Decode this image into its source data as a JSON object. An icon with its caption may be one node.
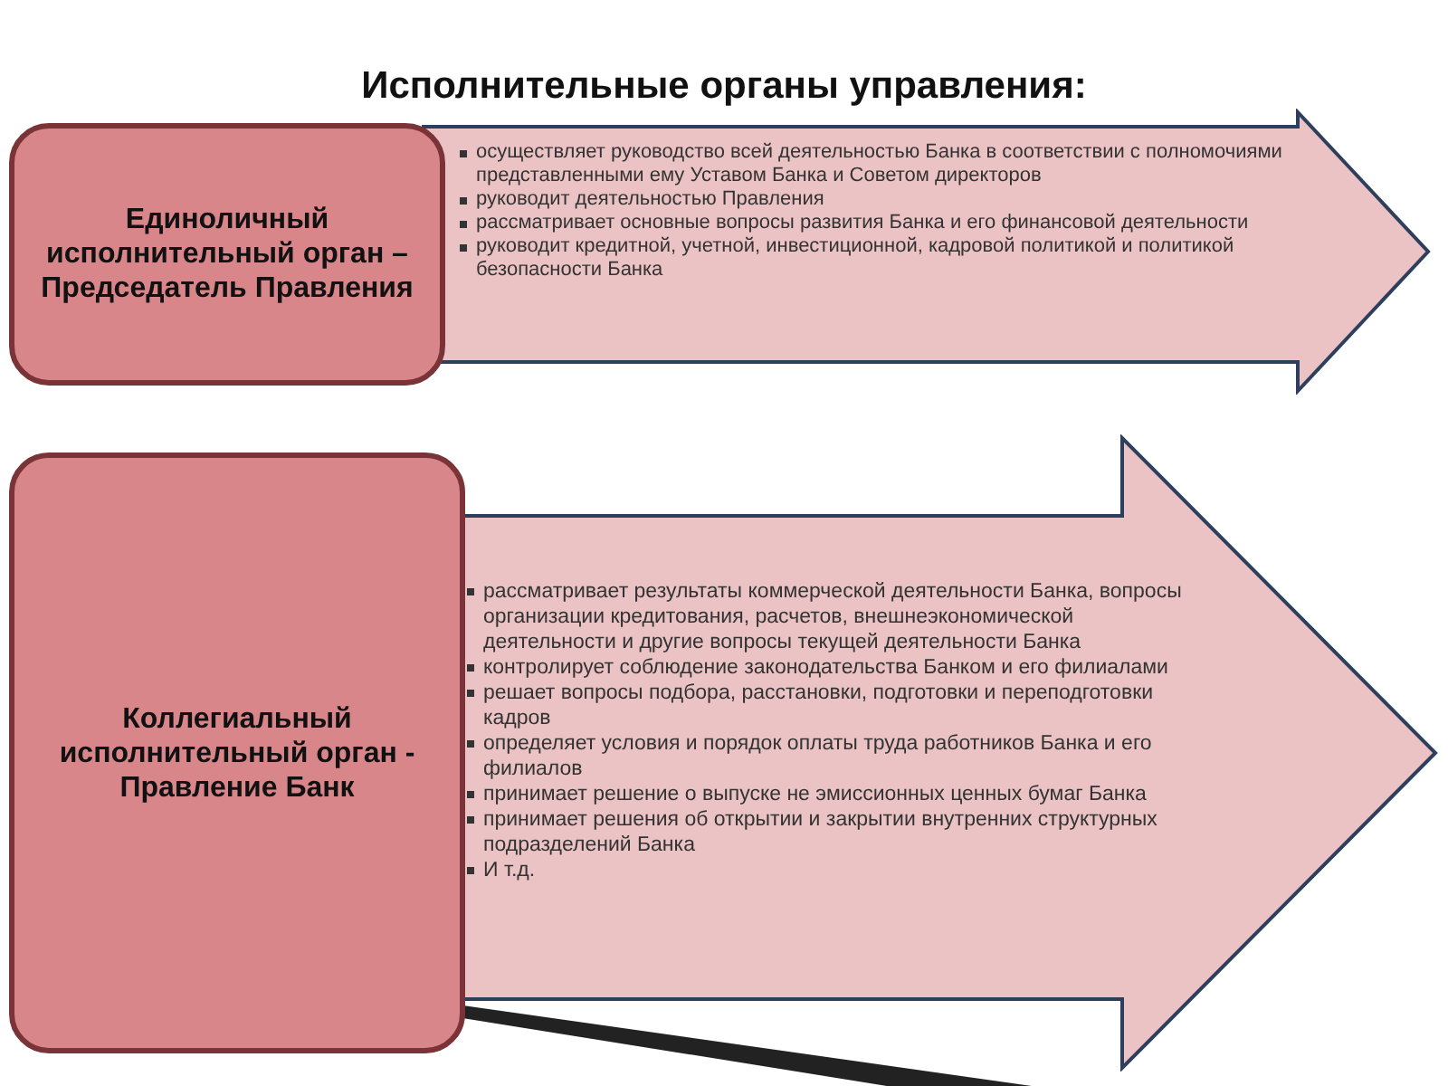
{
  "diagram": {
    "title": "Исполнительные органы управления:",
    "nodes": [
      {
        "text": [
          "Единоличный исполнительный орган – Председатель Правления"
        ]
      },
      {
        "text": [
          "осуществляет руководство всей деятельностью Банка в соответствии с полномочиями представленными ему Уставом Банка и Советом директоров",
          "руководит деятельностью Правления",
          "рассматривает основные вопросы развития Банка и его финансовой деятельности",
          "руководит кредитной, учетной, инвестиционной, кадровой политикой и политикой безопасности Банка"
        ]
      },
      {
        "text": [
          "Коллегиальный исполнительный орган - Правление Банк"
        ]
      },
      {
        "text": [
          "рассматривает результаты коммерческой деятельности Банка, вопросы организации кредитования, расчетов, внешнеэкономической деятельности и другие вопросы текущей деятельности Банка",
          "контролирует соблюдение законодательства Банком и его филиалами",
          "решает вопросы подбора, расстановки, подготовки и переподготовки кадров",
          "определяет условия и порядок оплаты труда работников Банка и его филиалов",
          "принимает решение о выпуске не эмиссионных ценных бумаг Банка",
          "принимает решения об открытии и закрытии внутренних структурных подразделений Банка",
          "И т.д."
        ]
      }
    ]
  }
}
